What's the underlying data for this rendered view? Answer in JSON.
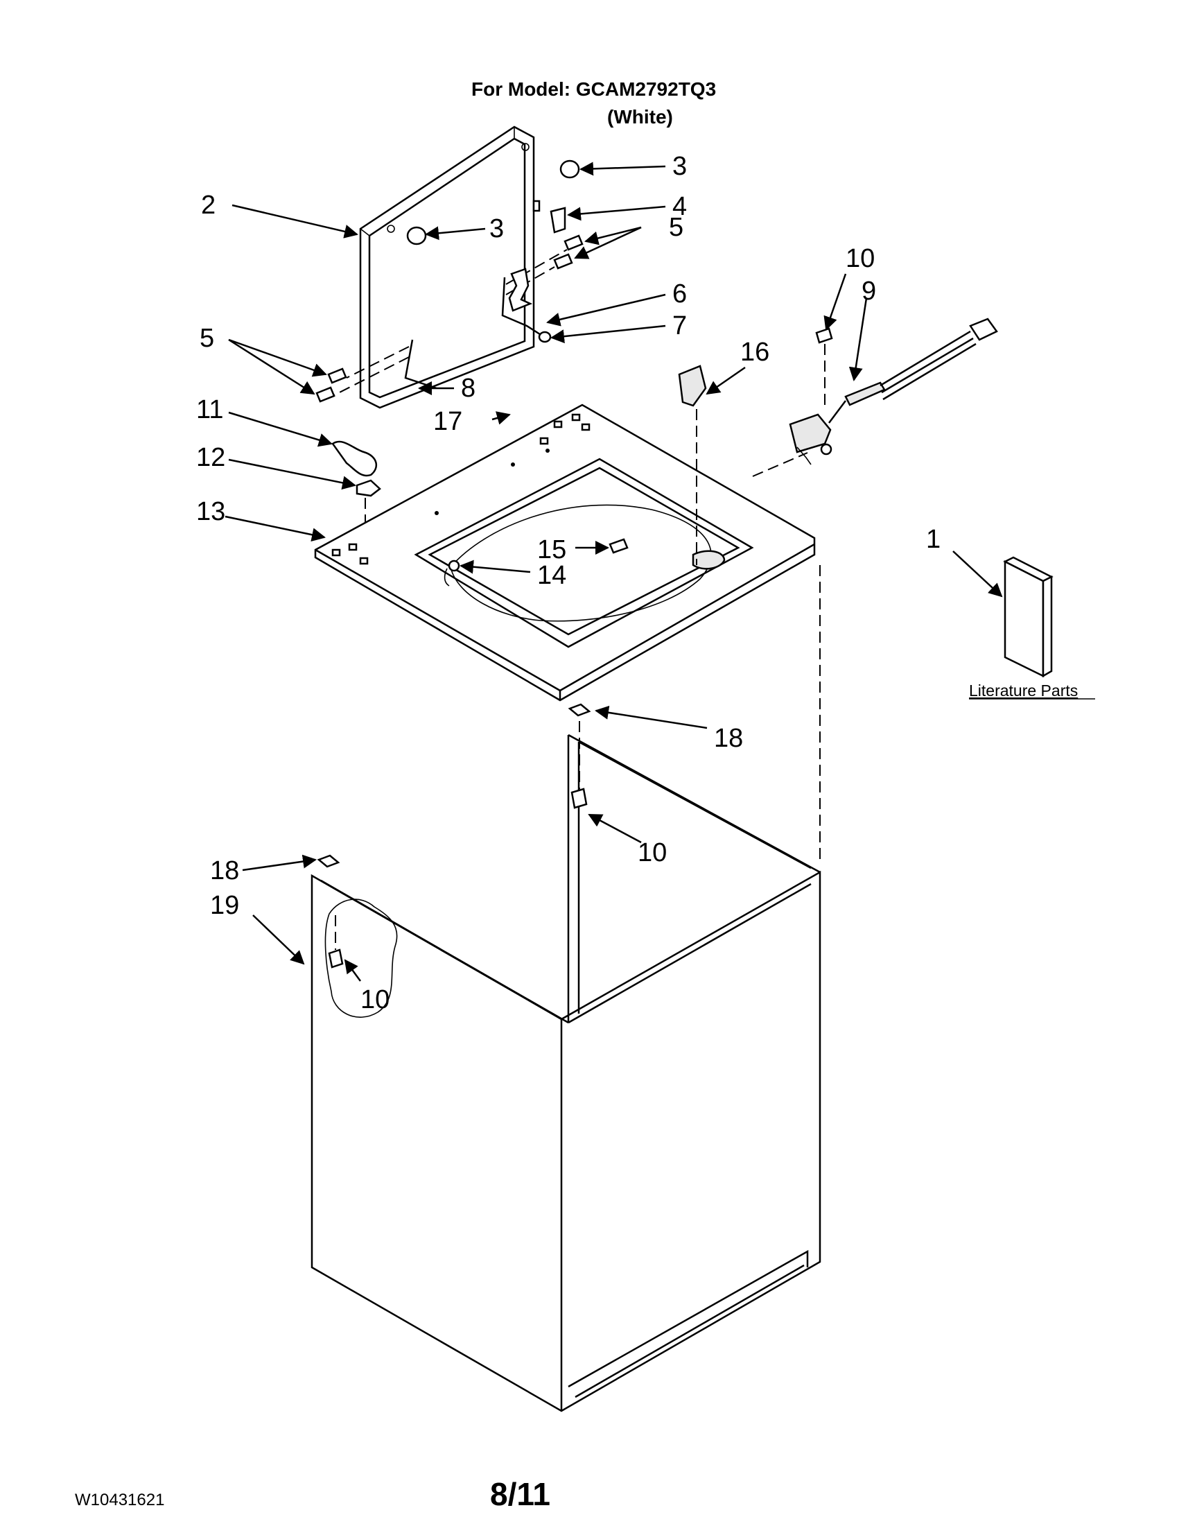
{
  "header": {
    "model_line": "For Model: GCAM2792TQ3",
    "color_line": "(White)"
  },
  "footer": {
    "doc_number": "W10431621",
    "page": "8/11"
  },
  "literature_label": "Literature Parts",
  "callouts": [
    "1",
    "2",
    "3",
    "3",
    "4",
    "5",
    "5",
    "6",
    "7",
    "8",
    "9",
    "10",
    "10",
    "10",
    "11",
    "12",
    "13",
    "14",
    "15",
    "16",
    "17",
    "18",
    "18",
    "19"
  ]
}
